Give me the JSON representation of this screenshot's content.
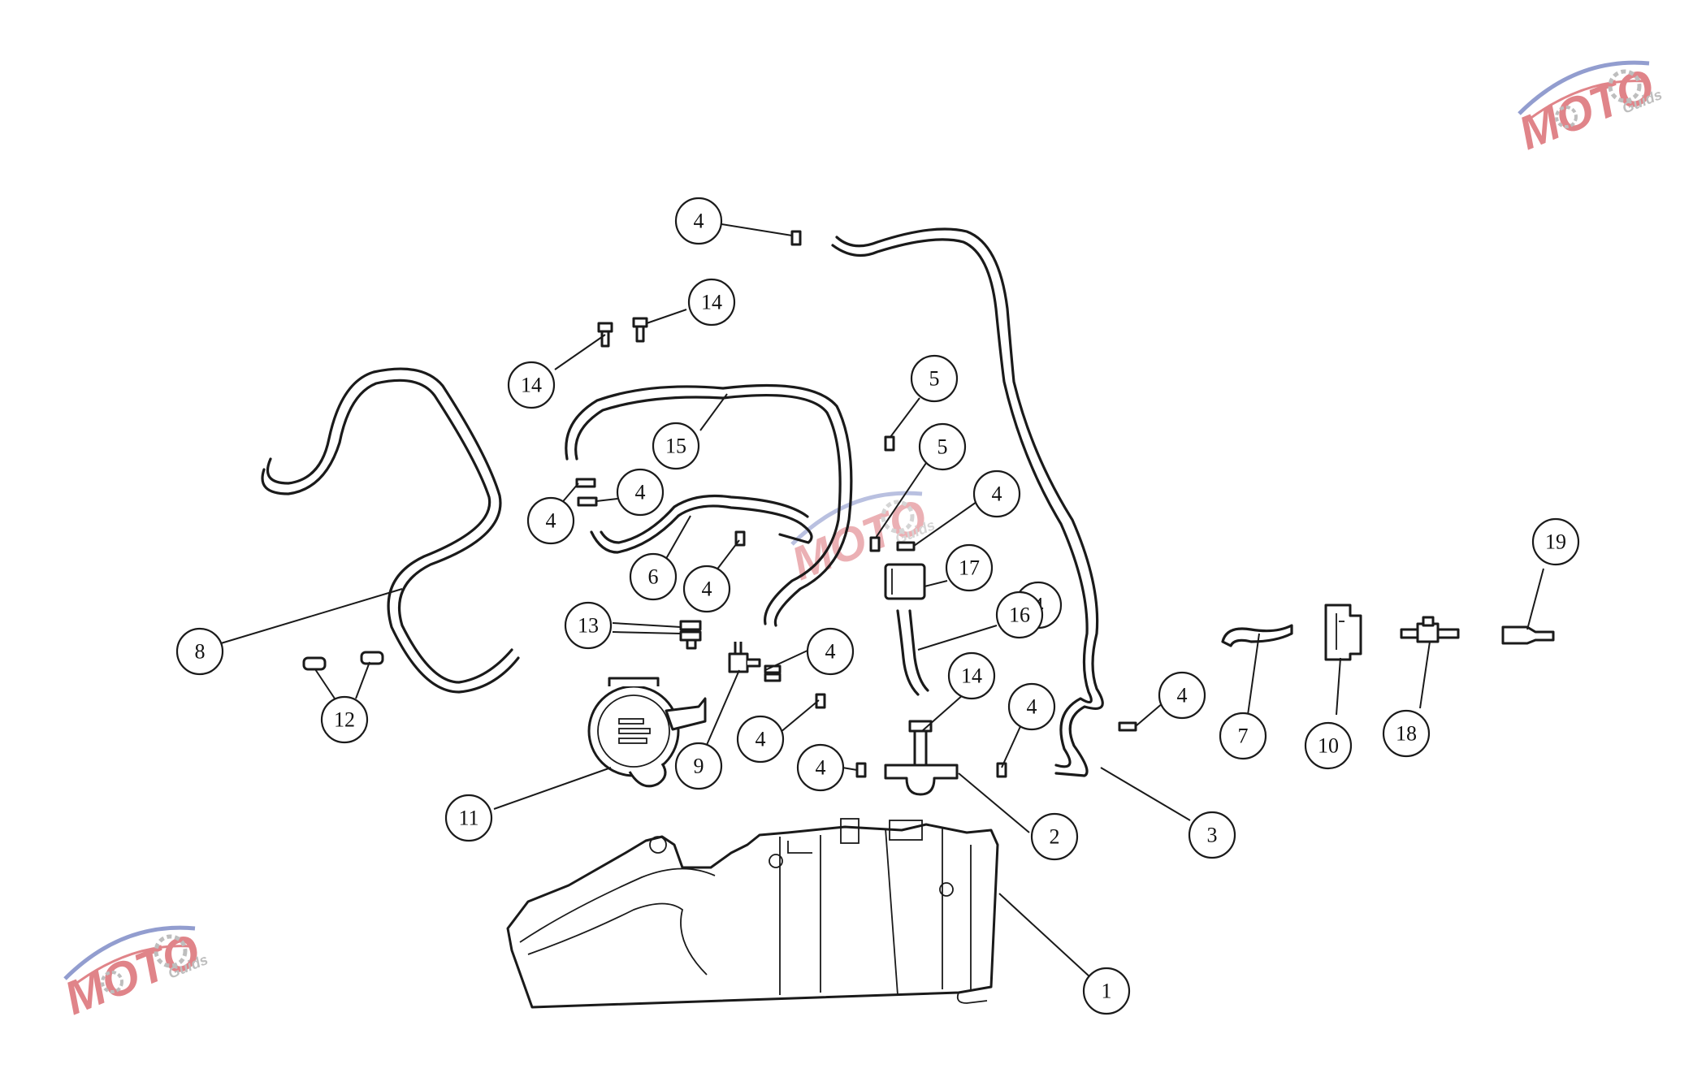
{
  "diagram": {
    "callouts": [
      {
        "id": "c1",
        "label": "1"
      },
      {
        "id": "c2",
        "label": "2"
      },
      {
        "id": "c3",
        "label": "3"
      },
      {
        "id": "c4a",
        "label": "4"
      },
      {
        "id": "c4b",
        "label": "4"
      },
      {
        "id": "c4c",
        "label": "4"
      },
      {
        "id": "c4d",
        "label": "4"
      },
      {
        "id": "c4e",
        "label": "4"
      },
      {
        "id": "c4f",
        "label": "4"
      },
      {
        "id": "c4g",
        "label": "4"
      },
      {
        "id": "c4h",
        "label": "4"
      },
      {
        "id": "c4i",
        "label": "4"
      },
      {
        "id": "c4j",
        "label": "4"
      },
      {
        "id": "c4k",
        "label": "4"
      },
      {
        "id": "c5a",
        "label": "5"
      },
      {
        "id": "c5b",
        "label": "5"
      },
      {
        "id": "c6",
        "label": "6"
      },
      {
        "id": "c7",
        "label": "7"
      },
      {
        "id": "c8",
        "label": "8"
      },
      {
        "id": "c9",
        "label": "9"
      },
      {
        "id": "c10",
        "label": "10"
      },
      {
        "id": "c11",
        "label": "11"
      },
      {
        "id": "c12",
        "label": "12"
      },
      {
        "id": "c13",
        "label": "13"
      },
      {
        "id": "c14a",
        "label": "14"
      },
      {
        "id": "c14b",
        "label": "14"
      },
      {
        "id": "c14c",
        "label": "14"
      },
      {
        "id": "c15",
        "label": "15"
      },
      {
        "id": "c16",
        "label": "16"
      },
      {
        "id": "c17",
        "label": "17"
      },
      {
        "id": "c18",
        "label": "18"
      },
      {
        "id": "c19",
        "label": "19"
      }
    ]
  },
  "watermark": {
    "logo_text": "MOTO",
    "sub_text": "Guids",
    "colors": {
      "red": "#c8202a",
      "blue": "#3a4ea8",
      "gray": "#8a8a8a"
    }
  }
}
